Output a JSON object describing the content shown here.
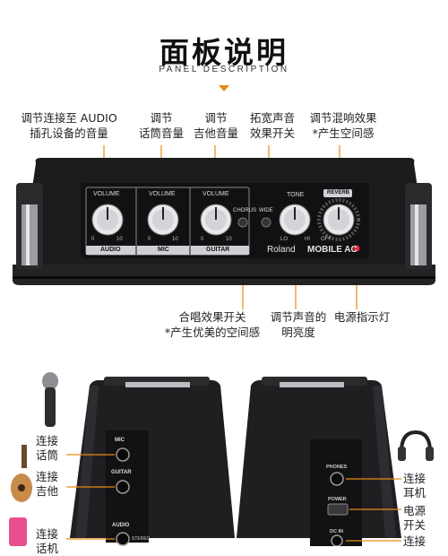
{
  "header": {
    "title": "面板说明",
    "subtitle": "PANEL DESCRIPTION"
  },
  "top_callouts": [
    {
      "line1": "调节连接至 AUDIO",
      "line2": "插孔设备的音量"
    },
    {
      "line1": "调节",
      "line2": "话筒音量"
    },
    {
      "line1": "调节",
      "line2": "吉他音量"
    },
    {
      "line1": "拓宽声音",
      "line2": "效果开关"
    },
    {
      "line1": "调节混响效果",
      "line2": "*产生空间感"
    }
  ],
  "bottom_callouts": [
    {
      "line1": "合唱效果开关",
      "line2": "*产生优美的空间感"
    },
    {
      "line1": "调节声音的",
      "line2": "明亮度"
    },
    {
      "line1": "电源指示灯",
      "line2": ""
    }
  ],
  "panel": {
    "volume_label": "VOLUME",
    "audio": "AUDIO",
    "mic": "MIC",
    "guitar": "GUITAR",
    "chorus": "CHORUS",
    "wide": "WIDE",
    "tone": "TONE",
    "reverb": "REVERB",
    "scale_min": "0",
    "scale_max": "10",
    "tone_lo": "LO",
    "tone_hi": "HI",
    "reverb_off": "OFF",
    "brand": "Roland",
    "model": "MOBILE AC"
  },
  "left_unit": {
    "mic_jack": "MIC",
    "guitar_jack": "GUITAR",
    "audio_jack": "AUDIO",
    "stereo": "STEREO",
    "labels": [
      {
        "line1": "连接",
        "line2": "话筒"
      },
      {
        "line1": "连接",
        "line2": "吉他"
      },
      {
        "line1": "连接",
        "line2": "话机"
      }
    ]
  },
  "right_unit": {
    "phones_jack": "PHONES",
    "power_switch": "POWER",
    "dc_in": "DC IN",
    "labels": [
      {
        "line1": "连接",
        "line2": "耳机"
      },
      {
        "line1": "电源",
        "line2": "开关"
      },
      {
        "line1": "连接",
        "line2": ""
      }
    ]
  },
  "colors": {
    "accent_orange": "#e88a17",
    "power_led": "#e8283a",
    "panel_dark": "#1c1c1e"
  }
}
